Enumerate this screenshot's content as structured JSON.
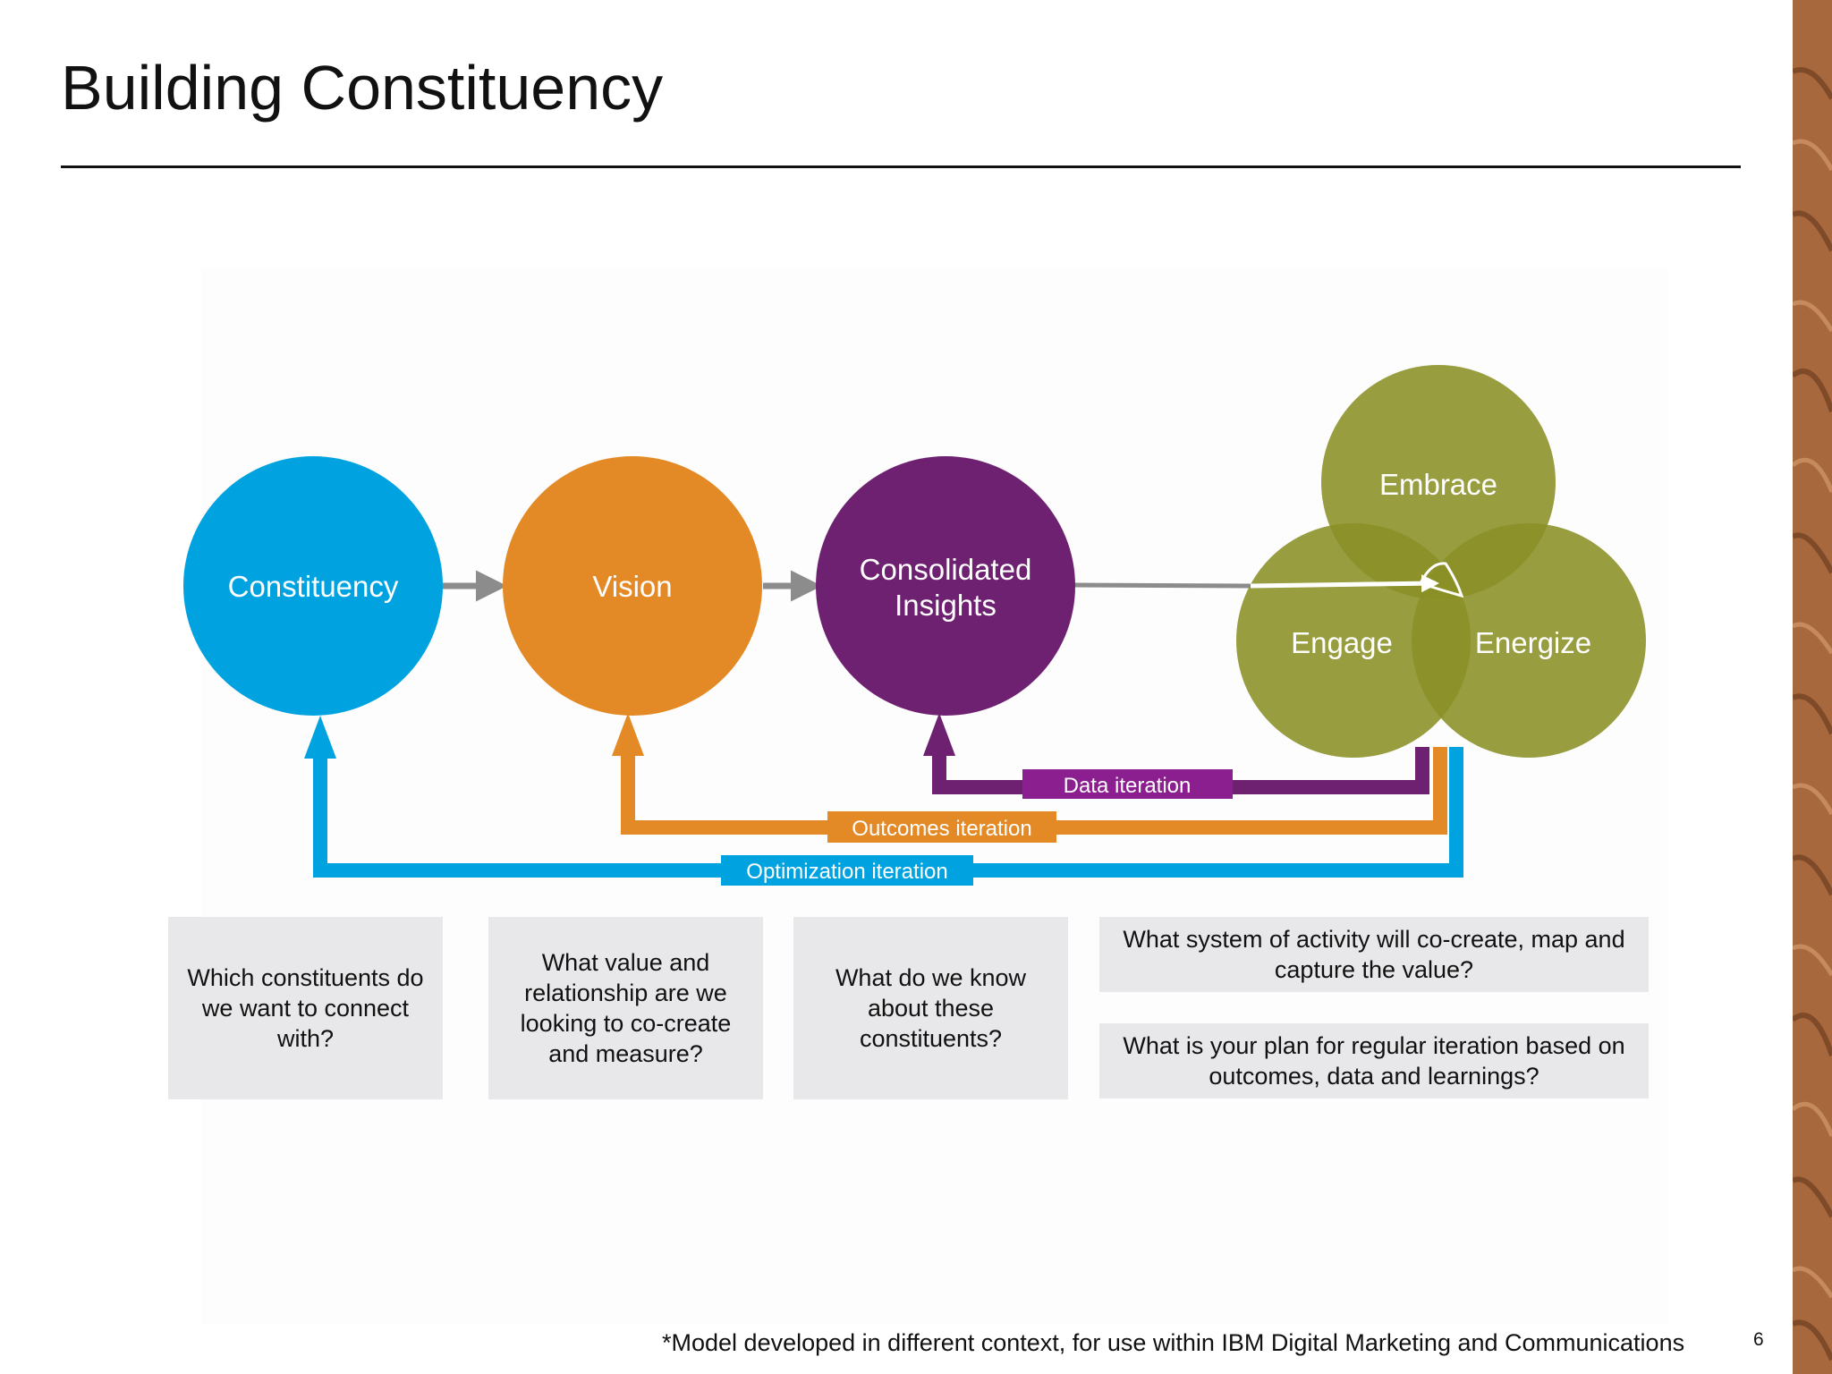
{
  "title": "Building Constituency",
  "circles": {
    "constituency": "Constituency",
    "vision": "Vision",
    "insights_line1": "Consolidated",
    "insights_line2": "Insights",
    "embrace": "Embrace",
    "engage": "Engage",
    "energize": "Energize"
  },
  "iterations": {
    "data": "Data iteration",
    "outcomes": "Outcomes iteration",
    "optimization": "Optimization iteration"
  },
  "questions": {
    "q1": "Which constituents do we want to connect with?",
    "q2": "What value and relationship are we looking to co-create and measure?",
    "q3": "What do we know about these constituents?",
    "q4": "What system of activity will co-create, map and capture the value?",
    "q5": "What is your plan for regular iteration based on outcomes, data and learnings?"
  },
  "footnote": "*Model developed in different context, for use within IBM Digital Marketing and Communications",
  "page_number": "6",
  "colors": {
    "blue": "#00a3e0",
    "orange": "#e38a26",
    "purple": "#6e2170",
    "olive": "#8a9026",
    "gray_arrow": "#8c8c8c",
    "box_bg": "#e8e8ea"
  }
}
